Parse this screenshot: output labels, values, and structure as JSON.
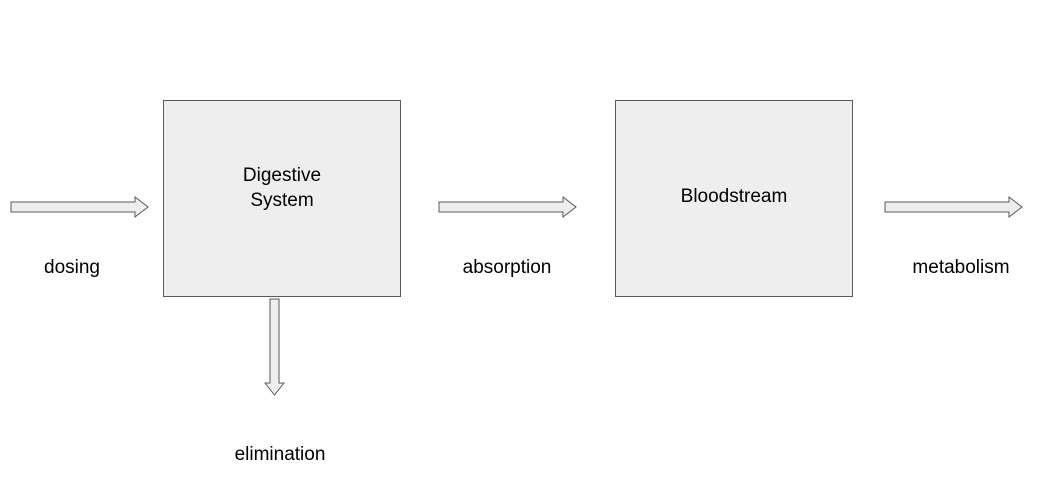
{
  "diagram": {
    "colors": {
      "box_fill": "#eeeeee",
      "arrow_fill": "#eeeeee",
      "stroke": "#595959",
      "text": "#000000"
    },
    "boxes": {
      "digestive": {
        "label": "Digestive\nSystem"
      },
      "bloodstream": {
        "label": "Bloodstream"
      }
    },
    "arrows": {
      "dosing": {
        "label": "dosing",
        "direction": "right"
      },
      "absorption": {
        "label": "absorption",
        "direction": "right"
      },
      "metabolism": {
        "label": "metabolism",
        "direction": "right"
      },
      "elimination": {
        "label": "elimination",
        "direction": "down"
      }
    }
  }
}
